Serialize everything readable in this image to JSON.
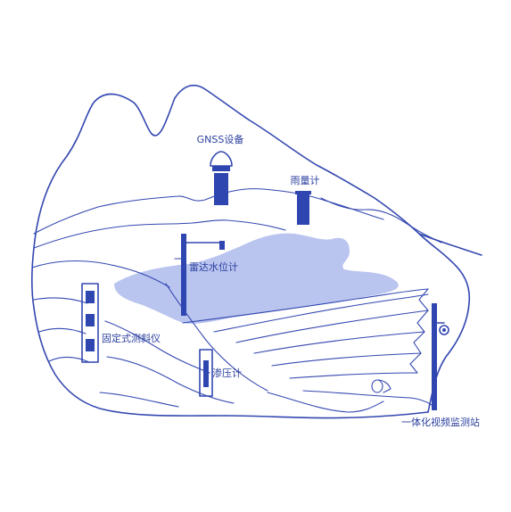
{
  "colors": {
    "line": "#3347b0",
    "device": "#2f45b0",
    "water": "#b9c4ef",
    "text": "#2b3f9e",
    "background": "#ffffff"
  },
  "labels": {
    "gnss": "GNSS设备",
    "rain_gauge": "雨量计",
    "radar_level": "雷达水位计",
    "inclinometer": "固定式测斜仪",
    "piezometer": "渗压计",
    "video_station": "一体化视频监测站"
  }
}
